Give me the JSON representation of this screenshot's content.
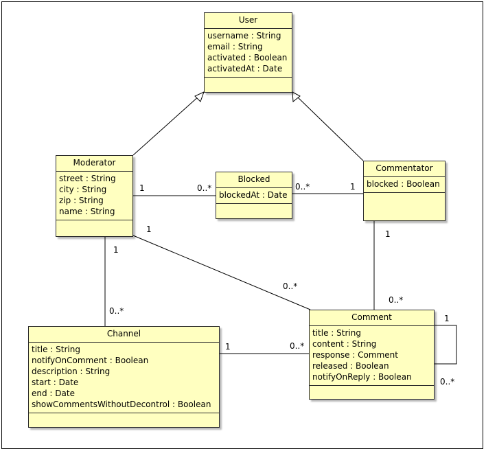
{
  "classes": {
    "user": {
      "name": "User",
      "attributes": [
        "username : String",
        "email : String",
        "activated : Boolean",
        "activatedAt : Date"
      ]
    },
    "moderator": {
      "name": "Moderator",
      "attributes": [
        "street : String",
        "city : String",
        "zip : String",
        "name : String"
      ]
    },
    "blocked": {
      "name": "Blocked",
      "attributes": [
        "blockedAt : Date"
      ]
    },
    "commentator": {
      "name": "Commentator",
      "attributes": [
        "blocked : Boolean"
      ]
    },
    "channel": {
      "name": "Channel",
      "attributes": [
        "title : String",
        "notifyOnComment : Boolean",
        "description : String",
        "start : Date",
        "end : Date",
        "showCommentsWithoutDecontrol : Boolean"
      ]
    },
    "comment": {
      "name": "Comment",
      "attributes": [
        "title : String",
        "content : String",
        "response : Comment",
        "released : Boolean",
        "notifyOnReply : Boolean"
      ]
    }
  },
  "multiplicities": {
    "moderator_blocked_left": "1",
    "moderator_blocked_right": "0..*",
    "blocked_commentator_left": "0..*",
    "blocked_commentator_right": "1",
    "moderator_comment_start": "1",
    "moderator_comment_end": "0..*",
    "moderator_channel_start": "1",
    "moderator_channel_end": "0..*",
    "commentator_comment_start": "1",
    "commentator_comment_end": "0..*",
    "channel_comment_start": "1",
    "channel_comment_end": "0..*",
    "comment_self_start": "1",
    "comment_self_end": "0..*"
  },
  "colors": {
    "class_fill": "#ffffc0",
    "line": "#000000"
  }
}
